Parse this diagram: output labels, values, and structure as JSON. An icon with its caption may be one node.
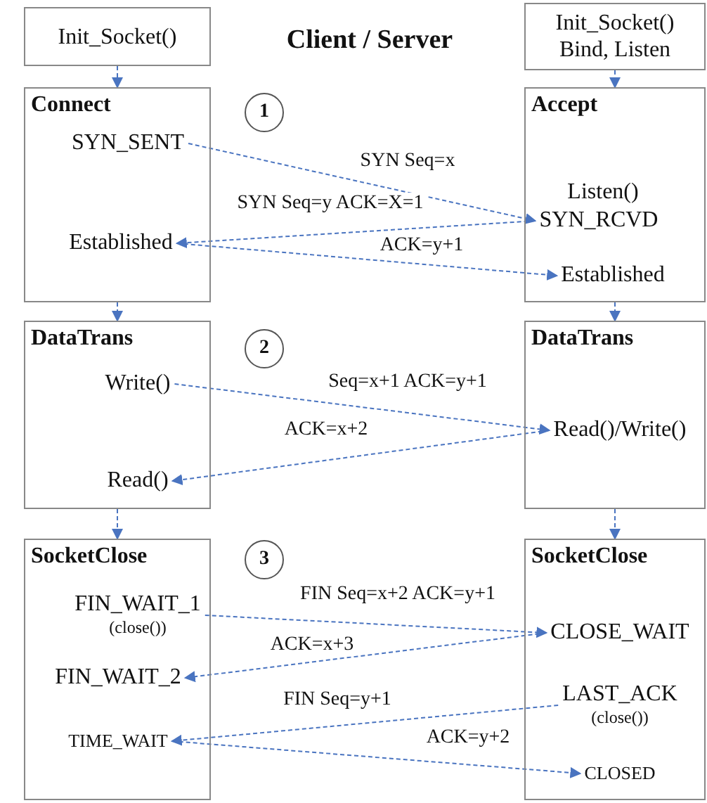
{
  "diagram": {
    "title": "Client / Server",
    "nodes": [
      {
        "text": [
          "Init_Socket()"
        ]
      },
      {
        "text": [
          "Init_Socket() Bind, Listen"
        ]
      },
      {
        "text": [
          "Connect"
        ]
      },
      {
        "text": [
          "SYN_SENT"
        ],
        "in": 2
      },
      {
        "text": [
          "Established"
        ],
        "in": 2
      },
      {
        "text": [
          "1"
        ]
      },
      {
        "text": [
          "Accept",
          "Listen()"
        ]
      },
      {
        "text": [
          "SYN_RCVD"
        ],
        "in": 6
      },
      {
        "text": [
          "Established"
        ],
        "in": 6
      },
      {
        "text": [
          "DataTrans"
        ]
      },
      {
        "text": [
          "Write()"
        ],
        "in": 9
      },
      {
        "text": [
          "Read()"
        ],
        "in": 9
      },
      {
        "text": [
          "2"
        ]
      },
      {
        "text": [
          "DataTrans"
        ]
      },
      {
        "text": [
          "Read()/Write()"
        ],
        "in": 13
      },
      {
        "text": [
          "SocketClose"
        ]
      },
      {
        "text": [
          "FIN_WAIT_1",
          "(close())"
        ],
        "in": 15
      },
      {
        "text": [
          "FIN_WAIT_2"
        ],
        "in": 15
      },
      {
        "text": [
          "TIME_WAIT"
        ],
        "in": 15
      },
      {
        "text": [
          "3"
        ]
      },
      {
        "text": [
          "SocketClose"
        ]
      },
      {
        "text": [
          "CLOSE_WAIT"
        ],
        "in": 20
      },
      {
        "text": [
          "LAST_ACK",
          "(close())"
        ],
        "in": 20
      },
      {
        "text": [
          "CLOSED"
        ],
        "in": 20
      }
    ],
    "edges": [
      {
        "from": 0,
        "to": 2,
        "arrow": "to",
        "style": "dashed"
      },
      {
        "from": 1,
        "to": 6,
        "arrow": "to",
        "style": "dashed"
      },
      {
        "from": 3,
        "to": 7,
        "arrow": "to",
        "style": "dashed",
        "label": "SYN Seq=x"
      },
      {
        "from": 7,
        "to": 4,
        "arrow": "to",
        "style": "dashed",
        "label": "SYN Seq=y ACK=X=1"
      },
      {
        "from": 4,
        "to": 8,
        "arrow": "to",
        "style": "dashed",
        "label": "ACK=y+1"
      },
      {
        "from": 2,
        "to": 9,
        "arrow": "to",
        "style": "dashed"
      },
      {
        "from": 6,
        "to": 13,
        "arrow": "to",
        "style": "dashed"
      },
      {
        "from": 10,
        "to": 14,
        "arrow": "to",
        "style": "dashed",
        "label": "Seq=x+1 ACK=y+1"
      },
      {
        "from": 14,
        "to": 11,
        "arrow": "to",
        "style": "dashed",
        "label": "ACK=x+2"
      },
      {
        "from": 9,
        "to": 15,
        "arrow": "to",
        "style": "dashed"
      },
      {
        "from": 13,
        "to": 20,
        "arrow": "to",
        "style": "dashed"
      },
      {
        "from": 16,
        "to": 21,
        "arrow": "to",
        "style": "dashed",
        "label": "FIN Seq=x+2 ACK=y+1"
      },
      {
        "from": 21,
        "to": 17,
        "arrow": "to",
        "style": "dashed",
        "label": "ACK=x+3"
      },
      {
        "from": 22,
        "to": 18,
        "arrow": "to",
        "style": "dashed",
        "label": "FIN Seq=y+1"
      },
      {
        "from": 18,
        "to": 23,
        "arrow": "to",
        "style": "dashed",
        "label": "ACK=y+2"
      }
    ]
  }
}
